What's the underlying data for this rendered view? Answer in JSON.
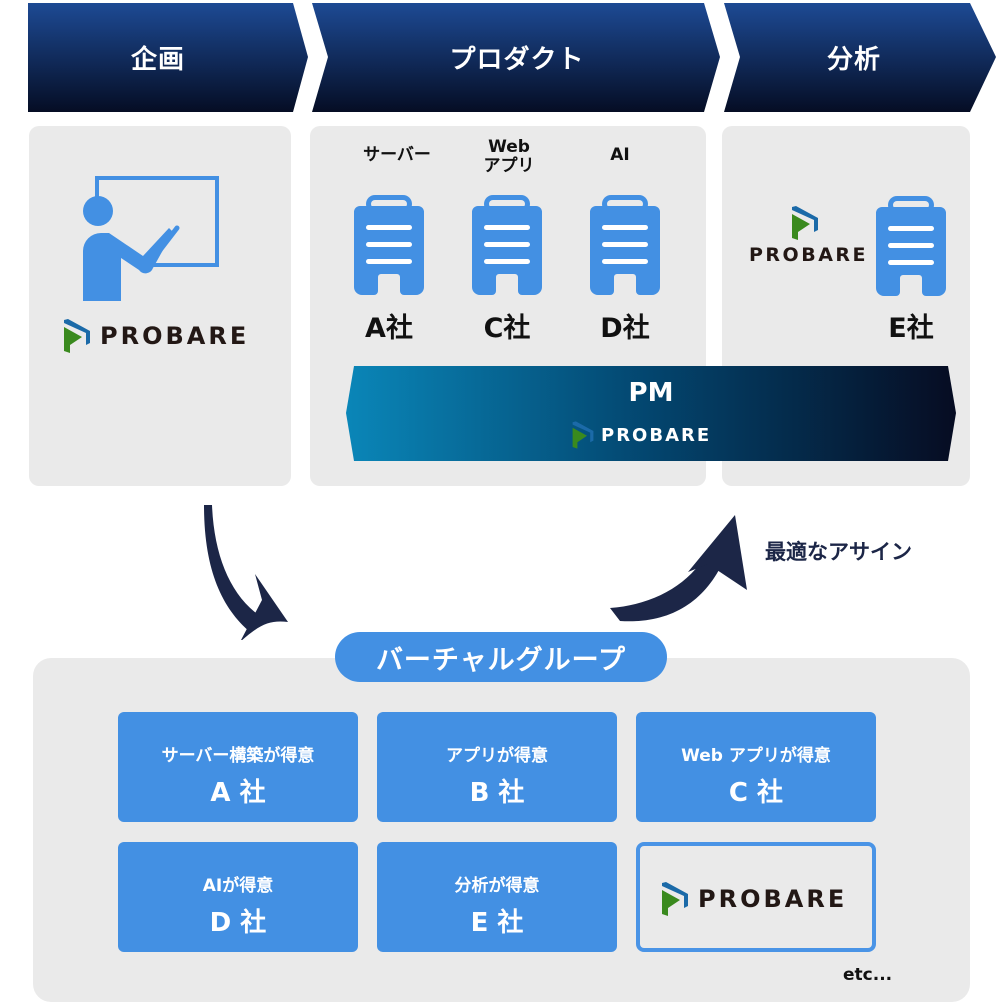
{
  "phases": [
    {
      "label": "企画"
    },
    {
      "label": "プロダクト"
    },
    {
      "label": "分析"
    }
  ],
  "planning_panel": {
    "icon": "presenter-whiteboard-icon",
    "logo": "PROBARE"
  },
  "product_panel": {
    "servers": [
      {
        "category": "サーバー",
        "company": "A社"
      },
      {
        "category_line1": "Web",
        "category_line2": "アプリ",
        "company": "C社"
      },
      {
        "category": "AI",
        "company": "D社"
      }
    ],
    "pm_banner": {
      "title": "PM",
      "logo": "PROBARE"
    }
  },
  "analysis_panel": {
    "logo": "PROBARE",
    "company": "E社"
  },
  "flow": {
    "assign_label": "最適なアサイン"
  },
  "virtual_group": {
    "title": "バーチャルグループ",
    "cards": [
      {
        "skill": "サーバー構築が得意",
        "company": "A 社"
      },
      {
        "skill": "アプリが得意",
        "company": "B 社"
      },
      {
        "skill": "Web アプリが得意",
        "company": "C 社"
      },
      {
        "skill": "AIが得意",
        "company": "D 社"
      },
      {
        "skill": "分析が得意",
        "company": "E 社"
      }
    ],
    "probare_card_logo": "PROBARE",
    "etc_label": "etc..."
  },
  "colors": {
    "phase_top": "#1d4a94",
    "phase_bottom": "#050d24",
    "accent_blue": "#4390e3",
    "panel_bg": "#eaeaea",
    "arrow": "#1c2647",
    "logo_blue": "#1b6aa8",
    "logo_green": "#3a8a1e",
    "pm_left": "#0a86b8",
    "pm_right": "#060c22"
  }
}
